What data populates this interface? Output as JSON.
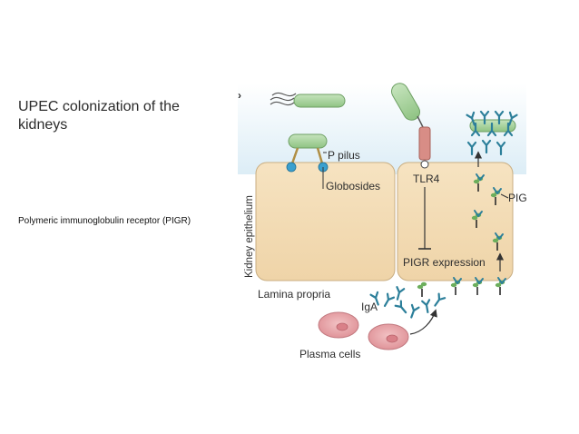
{
  "slide": {
    "title": "UPEC colonization of the kidneys",
    "note": "Polymeric immunoglobulin receptor (PIGR)"
  },
  "figure": {
    "labels": {
      "p_pilus": "P pilus",
      "globosides": "Globosides",
      "kidney_epithelium": "Kidney epithelium",
      "tlr4": "TLR4",
      "pigr": "PIGR",
      "pigr_expression": "PIGR expression",
      "lamina_propria": "Lamina propria",
      "iga": "IgA",
      "plasma_cells": "Plasma cells"
    },
    "colors": {
      "lumen": "#dcedf6",
      "cell": "#f4dfba",
      "bacterium": "#a8d3a0",
      "tlr4": "#d88d86",
      "plasma_cell": "#eaa7ab",
      "antibody": "#2c7f9a",
      "pilus_tip": "#3aa0cf"
    }
  }
}
